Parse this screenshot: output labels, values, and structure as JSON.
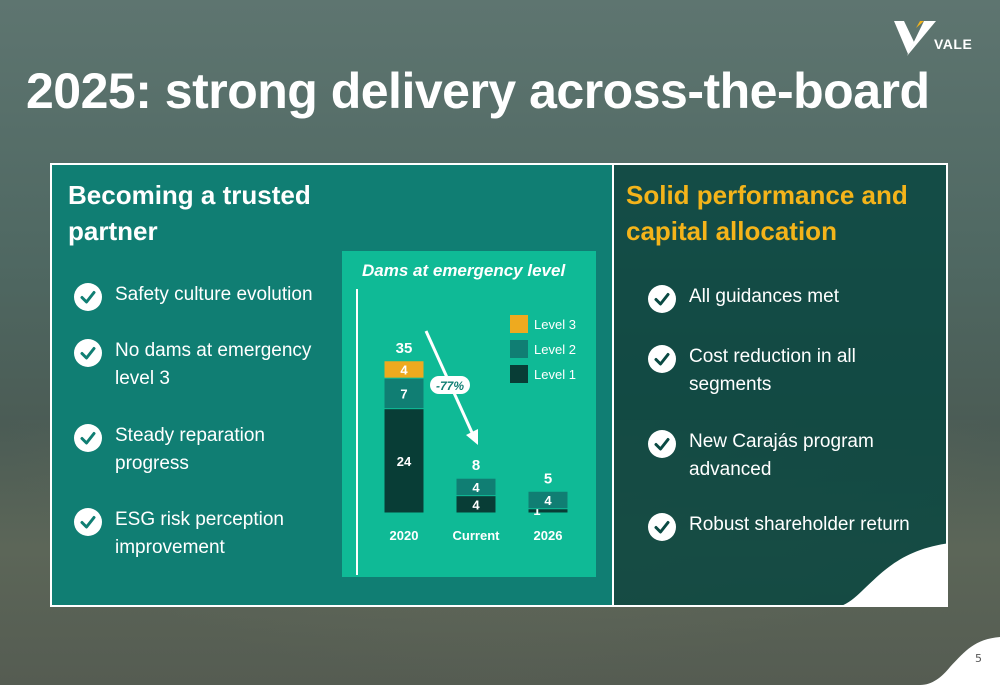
{
  "brand": {
    "name": "VALE"
  },
  "title": "2025: strong delivery across-the-board",
  "left_section": {
    "title": "Becoming a trusted partner",
    "items": [
      "Safety culture evolution",
      "No dams at emergency level 3",
      "Steady reparation progress",
      "ESG risk perception improvement"
    ]
  },
  "right_section": {
    "title": "Solid performance and capital allocation",
    "items": [
      "All guidances met",
      "Cost reduction in all segments",
      "New Carajás program advanced",
      "Robust shareholder return"
    ]
  },
  "chart_data": {
    "type": "bar",
    "title": "Dams at emergency level",
    "categories": [
      "2020",
      "Current",
      "2026"
    ],
    "series": [
      {
        "name": "Level 1",
        "values": [
          24,
          4,
          1
        ],
        "color": "#083d36"
      },
      {
        "name": "Level 2",
        "values": [
          7,
          4,
          4
        ],
        "color": "#107e73"
      },
      {
        "name": "Level 3",
        "values": [
          4,
          0,
          0
        ],
        "color": "#eeaa1f"
      }
    ],
    "totals": [
      "35",
      "8",
      "5"
    ],
    "annotation": "-77%",
    "stacked": true
  },
  "page_number": "5",
  "colors": {
    "accent": "#f4b41a",
    "teal": "#107e73",
    "bright_teal": "#0fba96"
  },
  "icons": {
    "check": "check-circle-icon",
    "logo": "vale-logo-icon"
  }
}
